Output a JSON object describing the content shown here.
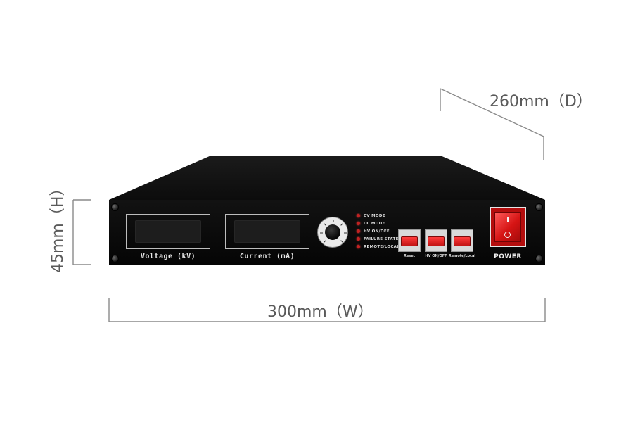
{
  "dimensions": {
    "depth": "260mm（D）",
    "width": "300mm（W）",
    "height": "45mm（H）"
  },
  "panel": {
    "displays": [
      {
        "caption": "Voltage (kV)"
      },
      {
        "caption": "Current (mA)"
      }
    ],
    "indicators": [
      {
        "label": "CV MODE"
      },
      {
        "label": "CC MODE"
      },
      {
        "label": "HV ON/OFF"
      },
      {
        "label": "FAILURE STATE"
      },
      {
        "label": "REMOTE/LOCAL"
      }
    ],
    "buttons": [
      {
        "label": "Reset"
      },
      {
        "label": "HV ON/OFF"
      },
      {
        "label": "Remote/Local"
      }
    ],
    "power": {
      "label": "POWER"
    }
  },
  "colors": {
    "chassis": "#0a0a0a",
    "indicator_red": "#c22222",
    "button_red": "#e12020",
    "dimension_line": "#7a7a7a"
  }
}
